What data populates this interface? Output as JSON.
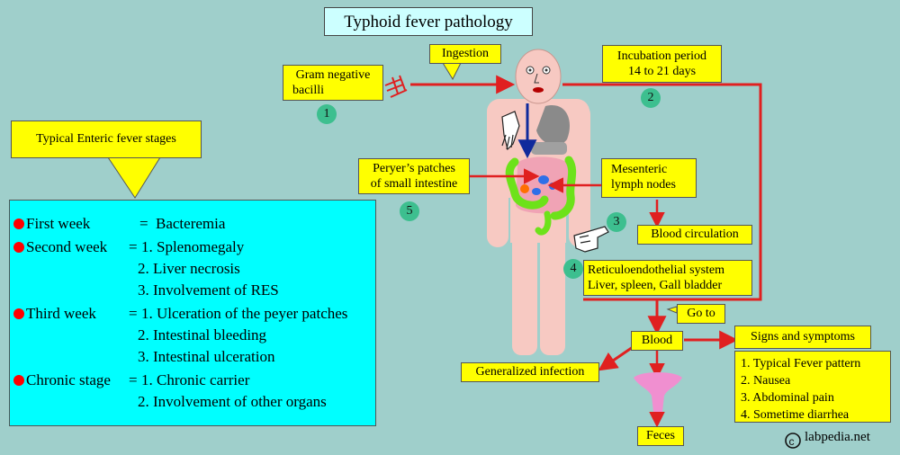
{
  "title": "Typhoid fever pathology",
  "boxes": {
    "ingestion": "Ingestion",
    "gram_negative": [
      "Gram negative",
      "bacilli"
    ],
    "incubation": [
      "Incubation period",
      "14 to 21 days"
    ],
    "stages_callout": "Typical Enteric fever stages",
    "peyers": [
      "Peryer’s patches",
      "of small intestine"
    ],
    "mesenteric": [
      "Mesenteric",
      "lymph nodes"
    ],
    "blood_circulation": "Blood circulation",
    "reticulo": [
      "Reticuloendothelial system",
      "Liver, spleen, Gall bladder"
    ],
    "go_to": "Go to",
    "blood": "Blood",
    "signs_title": "Signs and symptoms",
    "generalized": "Generalized infection",
    "feces": "Feces"
  },
  "numbers": [
    "1",
    "2",
    "3",
    "4",
    "5"
  ],
  "stages": [
    {
      "stage": "First week",
      "sep": "=",
      "items": [
        "Bacteremia"
      ]
    },
    {
      "stage": "Second week",
      "sep": "=",
      "items": [
        "1. Splenomegaly",
        "2. Liver necrosis",
        "3. Involvement of RES"
      ]
    },
    {
      "stage": "Third week",
      "sep": "=",
      "items": [
        "1. Ulceration of the peyer patches",
        "2. Intestinal bleeding",
        "3. Intestinal ulceration"
      ]
    },
    {
      "stage": "Chronic stage",
      "sep": "=",
      "items": [
        "1. Chronic carrier",
        "2. Involvement of other organs"
      ]
    }
  ],
  "signs": [
    "1. Typical Fever pattern",
    "2. Nausea",
    "3. Abdominal pain",
    "4. Sometime diarrhea"
  ],
  "copyright": "labpedia.net",
  "colors": {
    "background": "#9fcfcb",
    "label": "#ffff00",
    "arrow": "#e02020",
    "stage_panel": "#00ffff",
    "number": "#3dbf8f"
  }
}
